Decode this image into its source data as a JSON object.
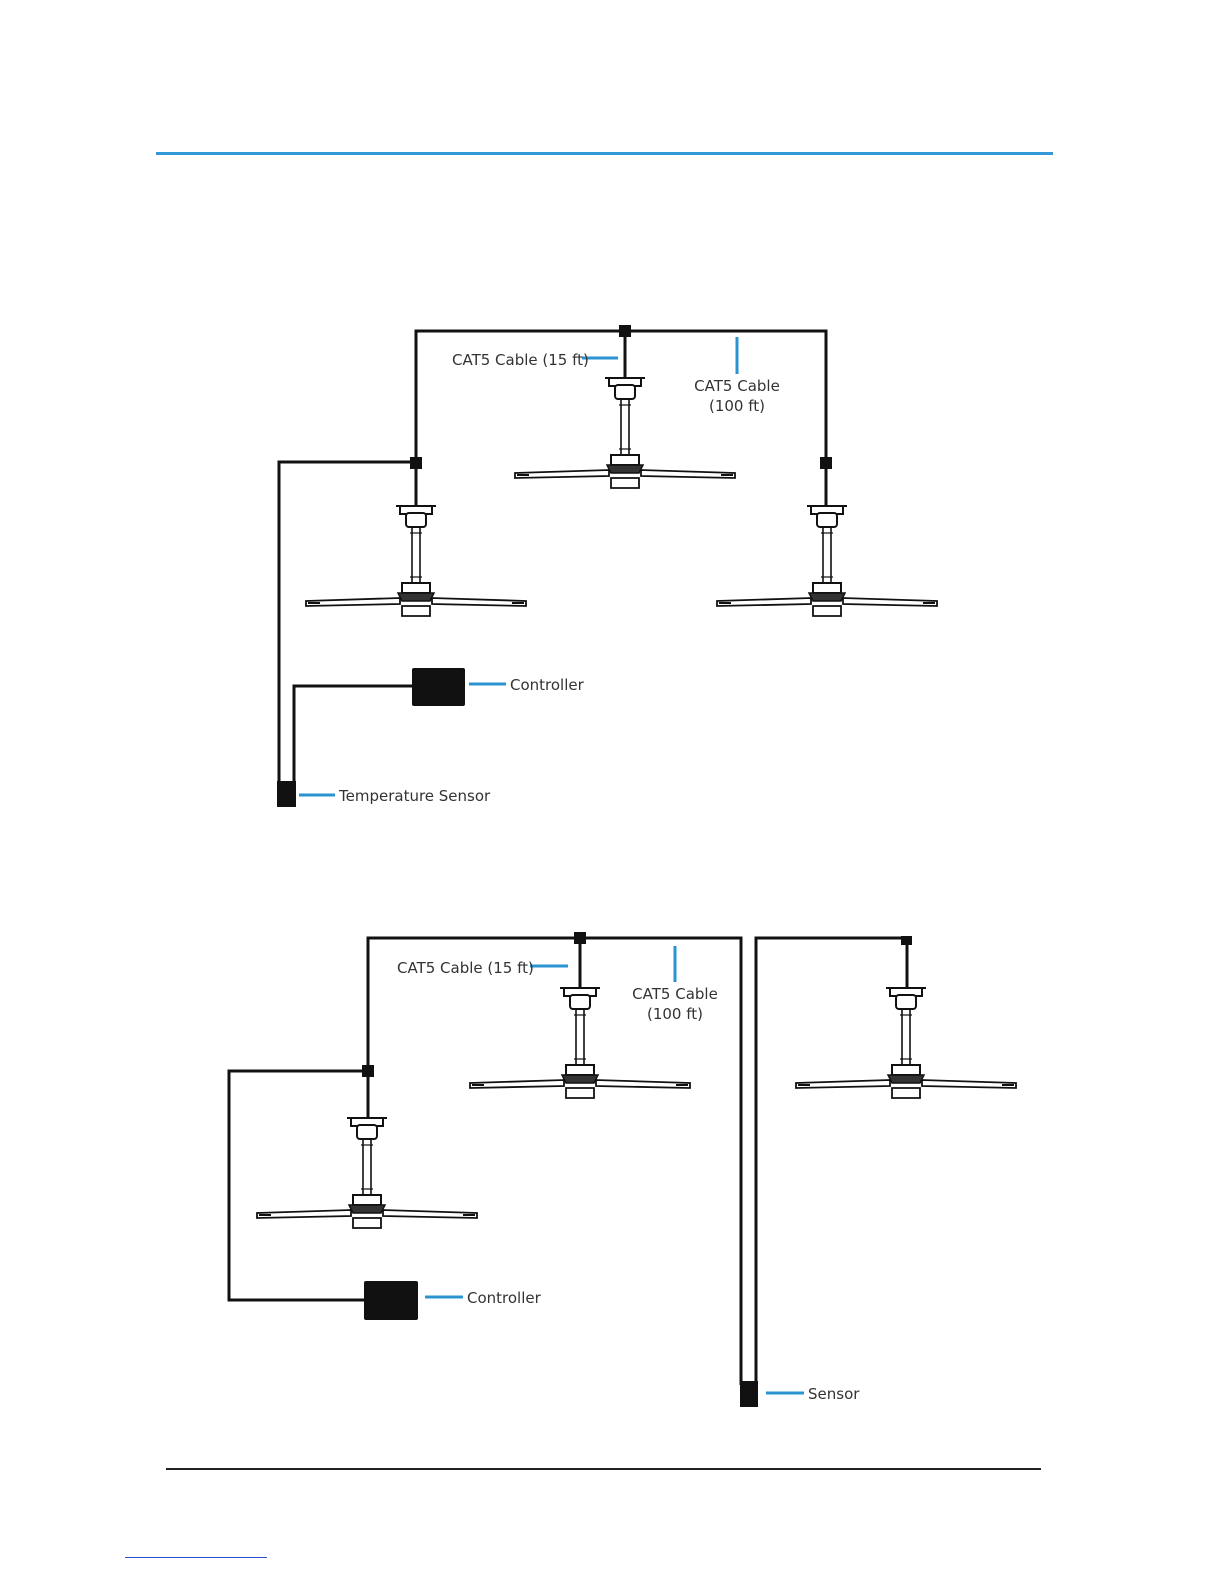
{
  "colors": {
    "accent": "#2b93d1",
    "wire": "#111111",
    "rule": "#3399d6"
  },
  "diagram1": {
    "cable_short": "CAT5 Cable (15 ft)",
    "cable_long_1": "CAT5 Cable",
    "cable_long_2": "(100 ft)",
    "controller": "Controller",
    "sensor": "Temperature Sensor"
  },
  "diagram2": {
    "cable_short": "CAT5 Cable (15 ft)",
    "cable_long_1": "CAT5 Cable",
    "cable_long_2": "(100 ft)",
    "controller": "Controller",
    "sensor": "Sensor"
  },
  "icons": {
    "fan": "ceiling-fan-icon",
    "controller": "controller-box-icon",
    "sensor": "sensor-icon"
  }
}
